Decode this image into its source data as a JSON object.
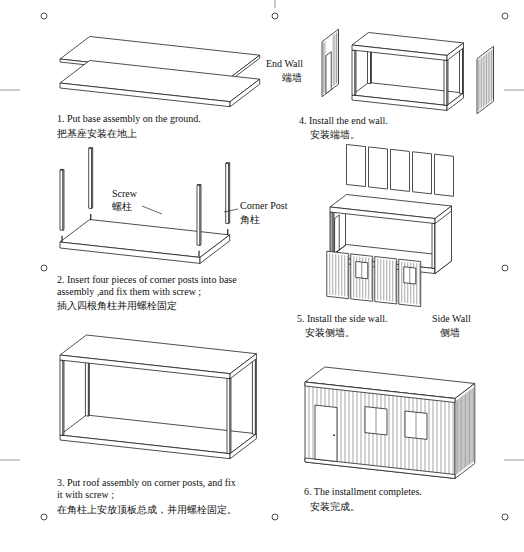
{
  "diagram": {
    "labels": [
      "1. Put base assembly on the ground.",
      "把基座安装在地上",
      "Screw",
      "螺柱",
      "Corner Post",
      "角柱",
      "2. Insert four pieces of corner posts into base assembly ,and fix them with screw ;",
      "插入四根角柱并用螺栓固定",
      "3. Put roof assembly on corner posts, and fix it with screw ;",
      "在角柱上安放顶板总成，并用螺栓固定。",
      "End Wall",
      "端墙",
      "4. Install the end wall.",
      "安装端墙。",
      "5. Install the side wall.",
      "安装侧墙。",
      "Side Wall",
      "侧墙",
      "6. The installment completes.",
      "安装完成。"
    ]
  }
}
